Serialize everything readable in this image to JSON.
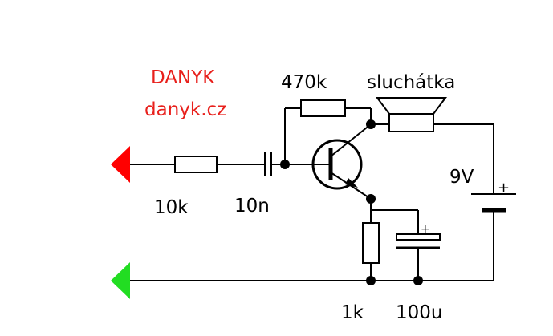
{
  "brand": {
    "name": "DANYK",
    "site": "danyk.cz"
  },
  "labels": {
    "resistor_in": "10k",
    "capacitor_in": "10n",
    "resistor_feedback": "470k",
    "earphones": "sluchátka",
    "battery": "9V",
    "battery_plus": "+",
    "resistor_emitter": "1k",
    "capacitor_emitter": "100u",
    "capacitor_plus": "+"
  },
  "colors": {
    "brand_text": "#e8201c",
    "input_top_arrow": "#ff0000",
    "input_bottom_arrow": "#22dd22",
    "wire": "#000000"
  }
}
